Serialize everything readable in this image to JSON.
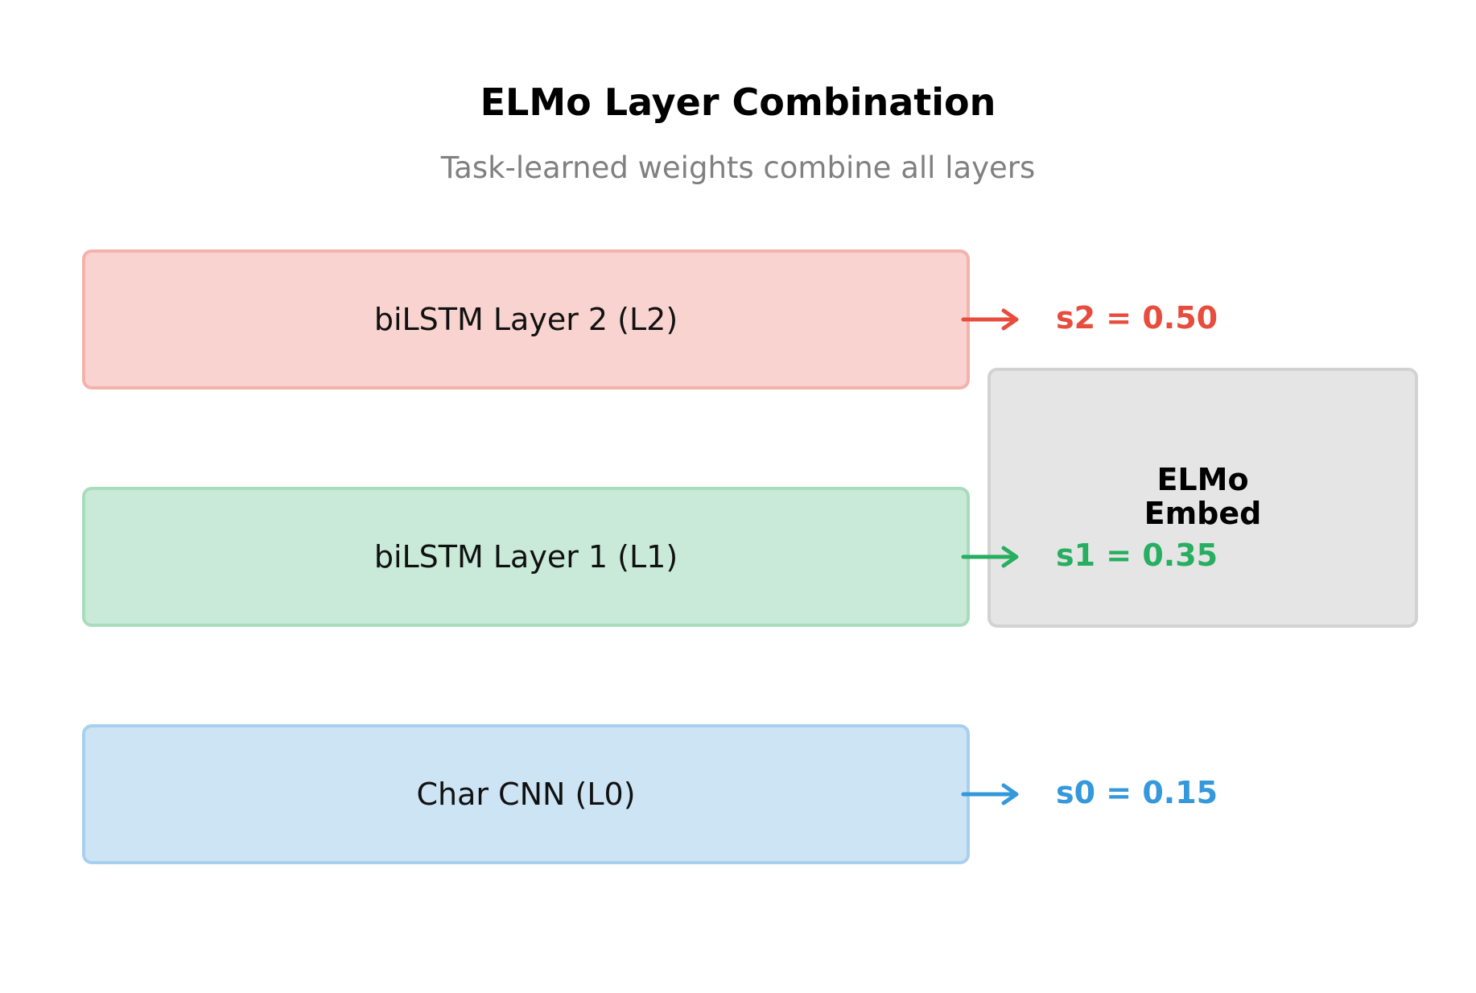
{
  "title": "ELMo Layer Combination",
  "subtitle": "Task-learned weights combine all layers",
  "layers": [
    {
      "id": "l2",
      "label": "biLSTM Layer 2 (L2)",
      "weight_label": "s2 = 0.50",
      "weight": 0.5,
      "color": "#e74c3c",
      "fill": "#f8d3d0",
      "border": "#f4b2ac"
    },
    {
      "id": "l1",
      "label": "biLSTM Layer 1 (L1)",
      "weight_label": "s1 = 0.35",
      "weight": 0.35,
      "color": "#27ae60",
      "fill": "#c9ead8",
      "border": "#a9dcbd"
    },
    {
      "id": "l0",
      "label": "Char CNN (L0)",
      "weight_label": "s0 = 0.15",
      "weight": 0.15,
      "color": "#3498db",
      "fill": "#cce4f4",
      "border": "#a8d0ee"
    }
  ],
  "output": {
    "label": "ELMo\nEmbed",
    "fill": "#e5e5e5",
    "border": "#d2d2d2"
  }
}
